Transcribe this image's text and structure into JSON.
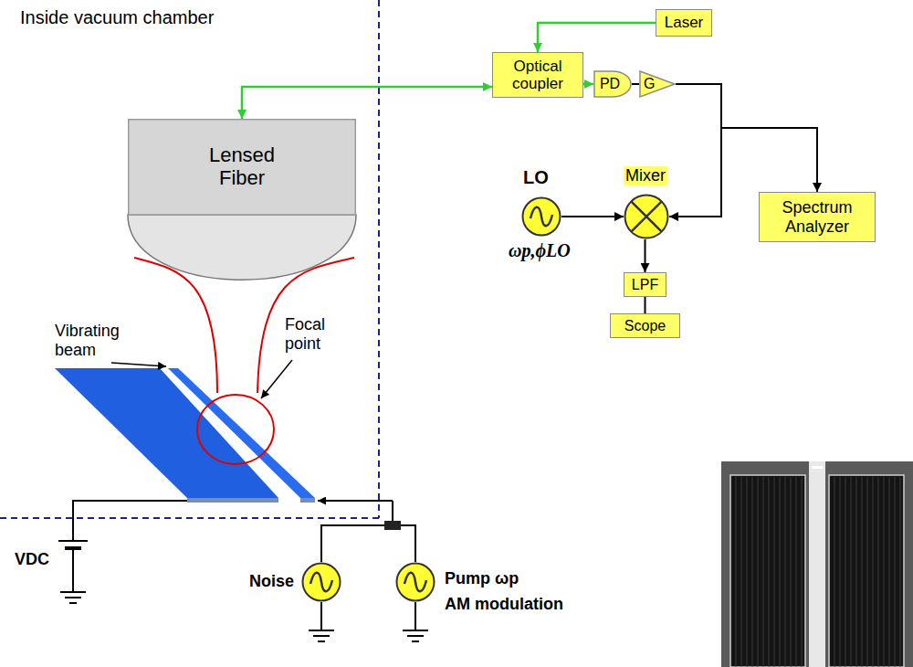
{
  "diagram": {
    "nodes": [
      {
        "text": [
          "Lensed Fiber"
        ]
      },
      {
        "text": [
          "Optical coupler"
        ]
      },
      {
        "text": [
          "Laser"
        ]
      },
      {
        "text": [
          "PD"
        ]
      },
      {
        "text": [
          "G"
        ]
      },
      {
        "text": [
          "Spectrum Analyzer"
        ]
      },
      {
        "text": [
          "LO",
          "ωp,ϕLO"
        ]
      },
      {
        "text": [
          "Mixer"
        ]
      },
      {
        "text": [
          "LPF"
        ]
      },
      {
        "text": [
          "Scope"
        ]
      },
      {
        "text": [
          "Noise"
        ]
      },
      {
        "text": [
          "Pump ωp",
          "AM modulation"
        ]
      }
    ],
    "edges": [
      {
        "from": 2,
        "to": 1,
        "arrow": "to"
      },
      {
        "from": 1,
        "to": 3,
        "arrow": "to"
      },
      {
        "from": 3,
        "to": 4,
        "arrow": "none"
      },
      {
        "from": 4,
        "to": 5,
        "arrow": "to"
      },
      {
        "from": 4,
        "to": 7,
        "arrow": "to"
      },
      {
        "from": 6,
        "to": 7,
        "arrow": "to"
      },
      {
        "from": 7,
        "to": 8,
        "arrow": "to"
      },
      {
        "from": 8,
        "to": 9,
        "arrow": "none"
      },
      {
        "from": 0,
        "to": 1,
        "arrow": "both"
      }
    ],
    "labels": [
      "Inside vacuum chamber",
      "Vibrating beam",
      "Focal point",
      "VDC"
    ]
  }
}
